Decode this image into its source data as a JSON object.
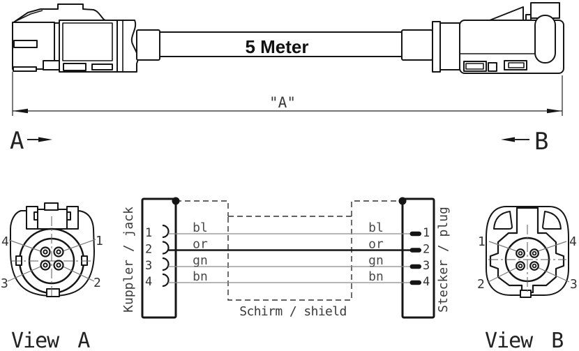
{
  "drawing": {
    "background": "#ffffff",
    "line_color": "#151515",
    "thin_line_color": "#8a8a8a"
  },
  "assembly": {
    "cable_length_label": "5 Meter",
    "dimension_label": "\"A\"",
    "end_a_label": "A",
    "end_b_label": "B"
  },
  "wiring": {
    "left_connector": {
      "name": "Kuppler / jack",
      "pins": [
        "1",
        "2",
        "3",
        "4"
      ]
    },
    "right_connector": {
      "name": "Stecker / plug",
      "pins": [
        "1",
        "2",
        "3",
        "4"
      ]
    },
    "wires": [
      {
        "color": "bl"
      },
      {
        "color": "or"
      },
      {
        "color": "gn"
      },
      {
        "color": "bn"
      }
    ],
    "shield_label": "Schirm / shield"
  },
  "views": {
    "a": {
      "title": "View A",
      "pins": {
        "top_left": "4",
        "top_right": "1",
        "bottom_left": "3",
        "bottom_right": "2"
      }
    },
    "b": {
      "title": "View B",
      "pins": {
        "top_left": "1",
        "top_right": "4",
        "bottom_left": "2",
        "bottom_right": "3"
      }
    }
  }
}
